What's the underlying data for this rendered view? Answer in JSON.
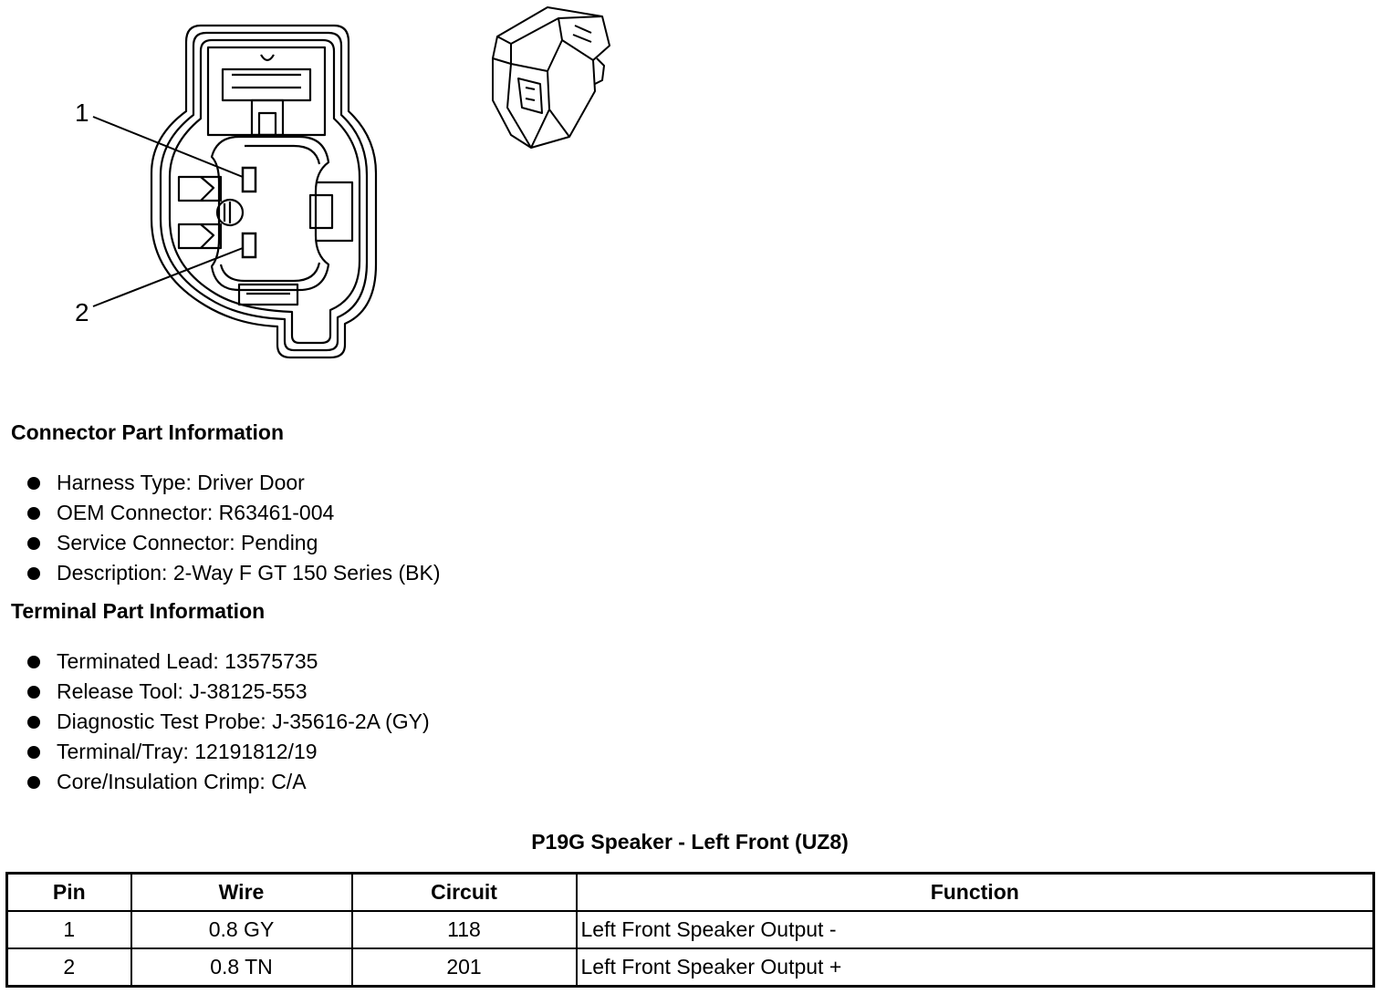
{
  "diagram": {
    "callouts": [
      "1",
      "2"
    ]
  },
  "connector_info": {
    "heading": "Connector Part Information",
    "items": [
      "Harness Type: Driver Door",
      "OEM Connector: R63461-004",
      "Service Connector: Pending",
      "Description: 2-Way F GT 150 Series (BK)"
    ]
  },
  "terminal_info": {
    "heading": "Terminal Part Information",
    "items": [
      "Terminated Lead: 13575735",
      "Release Tool: J-38125-553",
      "Diagnostic Test Probe: J-35616-2A (GY)",
      "Terminal/Tray: 12191812/19",
      "Core/Insulation Crimp: C/A"
    ]
  },
  "table": {
    "title": "P19G Speaker - Left Front (UZ8)",
    "headers": [
      "Pin",
      "Wire",
      "Circuit",
      "Function"
    ],
    "rows": [
      [
        "1",
        "0.8 GY",
        "118",
        "Left Front Speaker Output -"
      ],
      [
        "2",
        "0.8 TN",
        "201",
        "Left Front Speaker Output +"
      ]
    ]
  }
}
